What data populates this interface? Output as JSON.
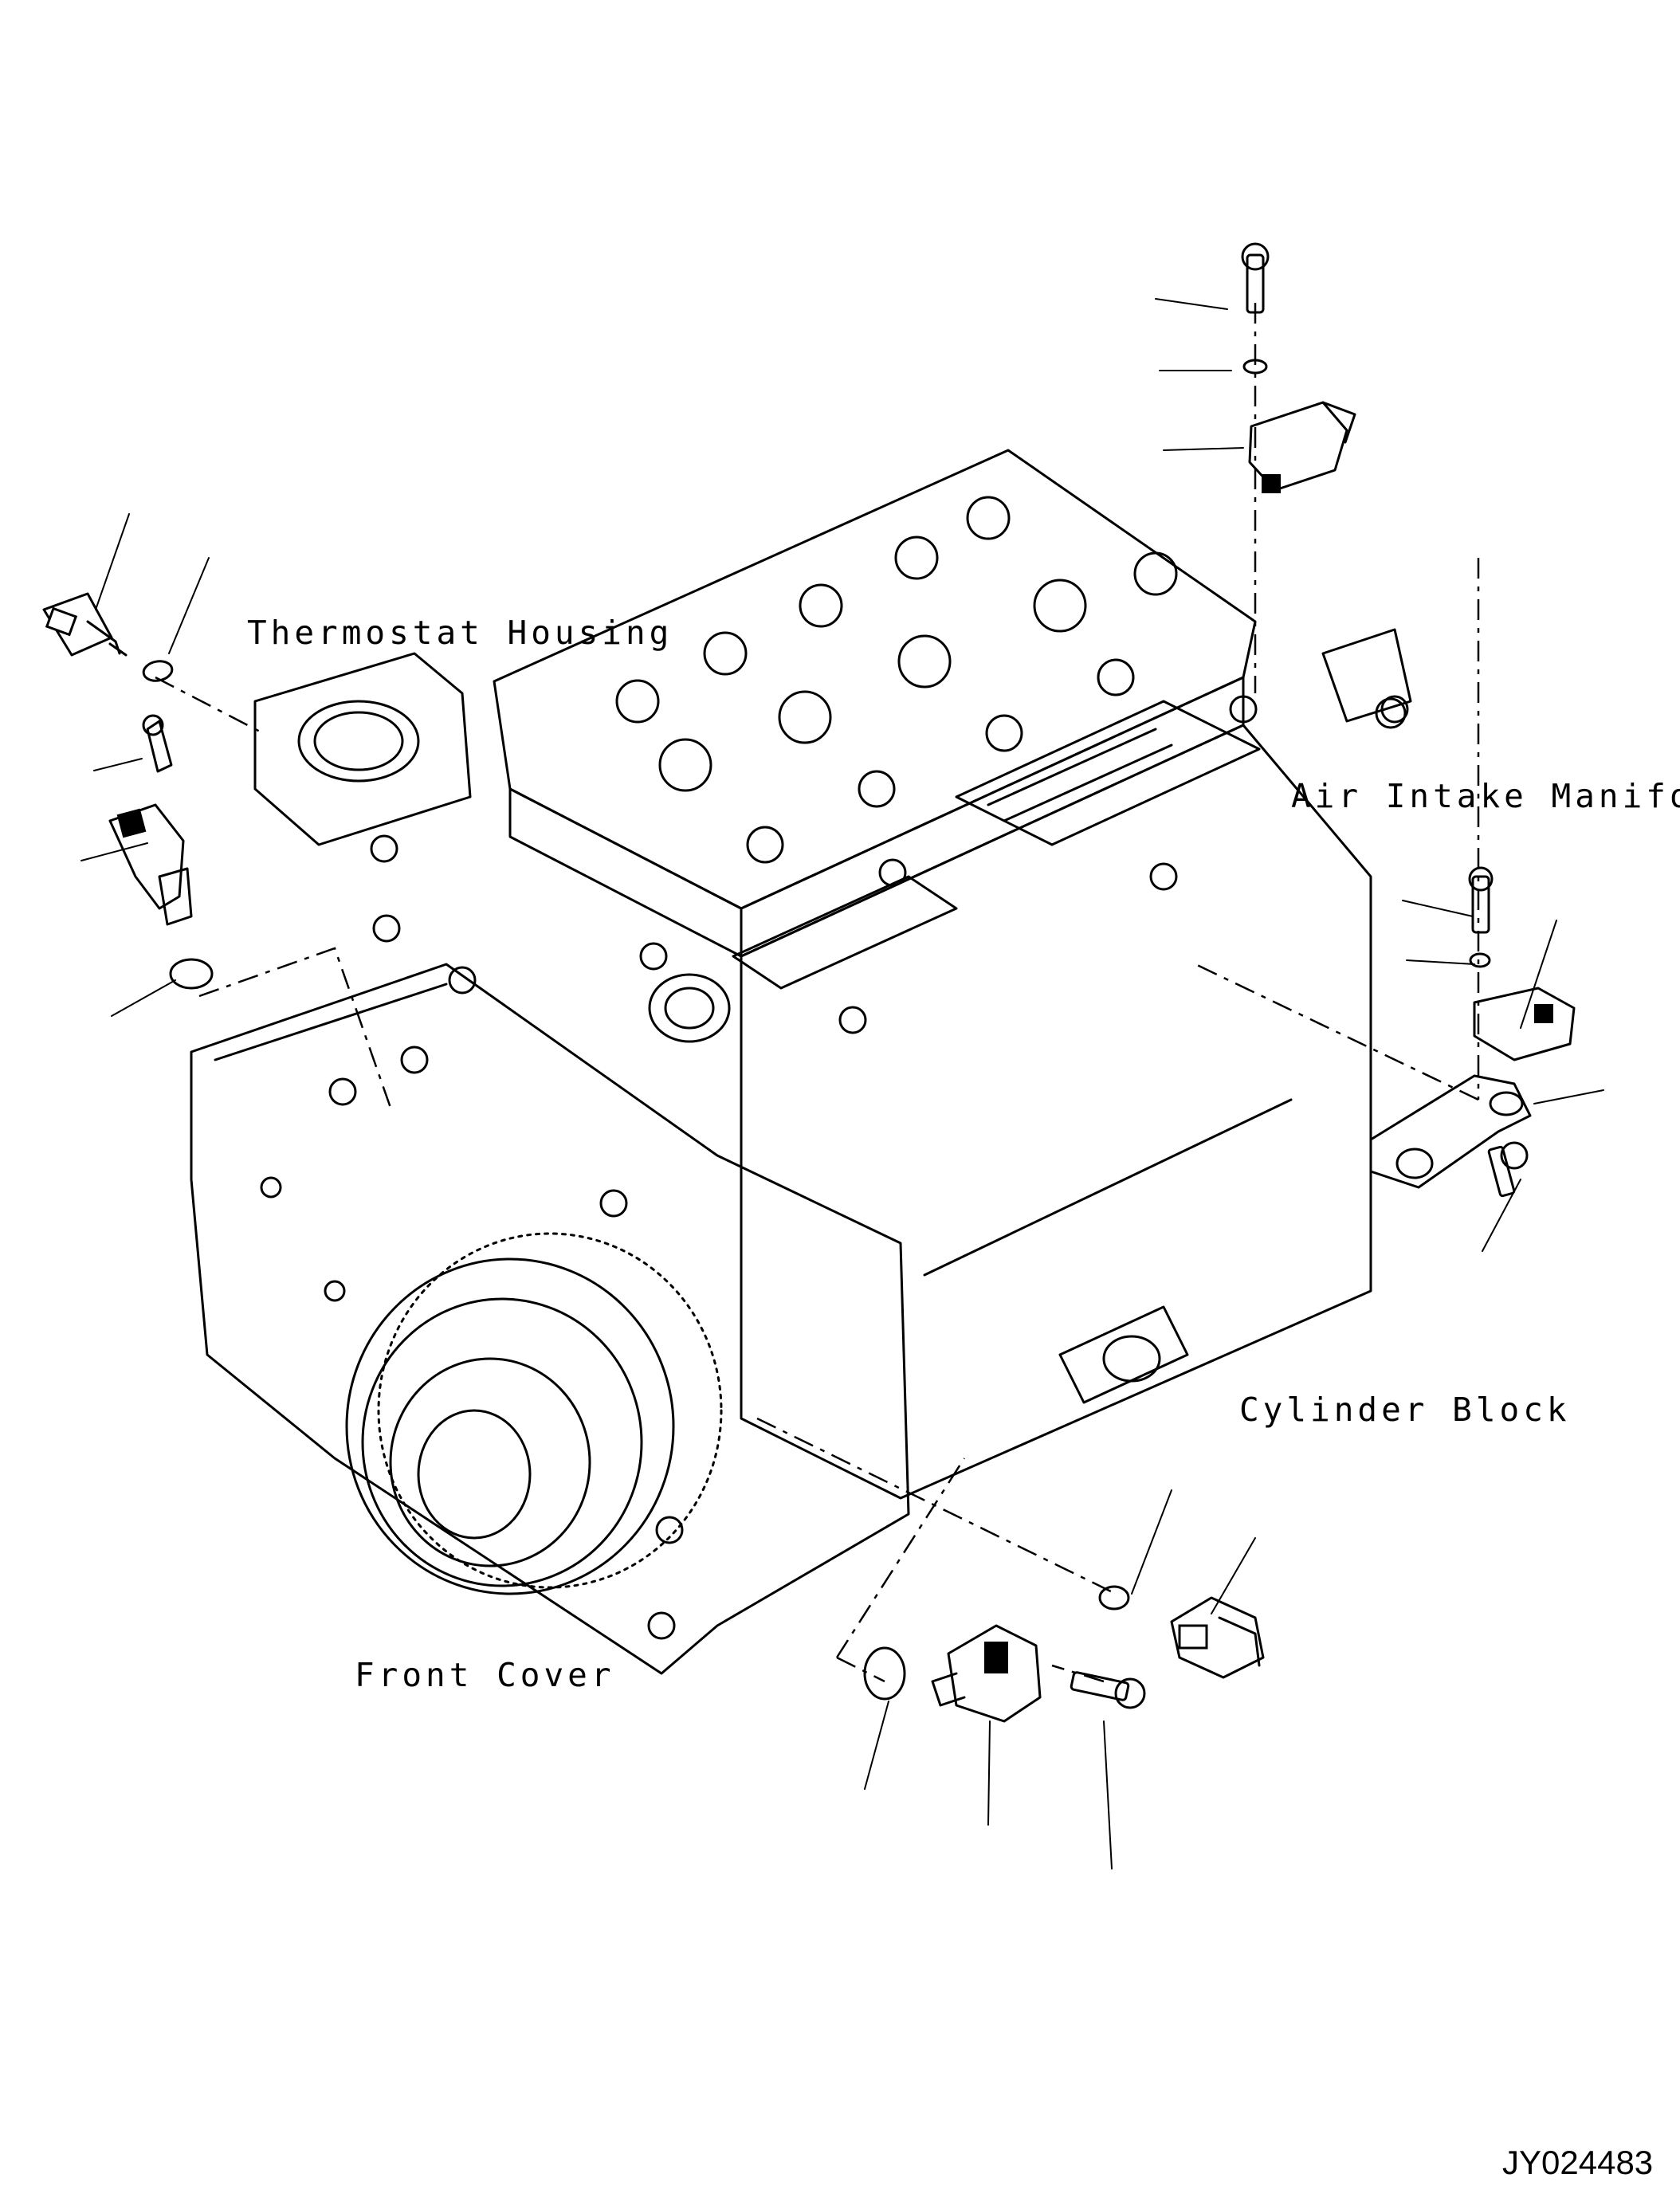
{
  "labels": {
    "thermostat_housing": "Thermostat Housing",
    "air_intake_manifold": "Air Intake Manifold",
    "cylinder_block": "Cylinder Block",
    "front_cover": "Front Cover"
  },
  "drawing_id": "JY024483"
}
